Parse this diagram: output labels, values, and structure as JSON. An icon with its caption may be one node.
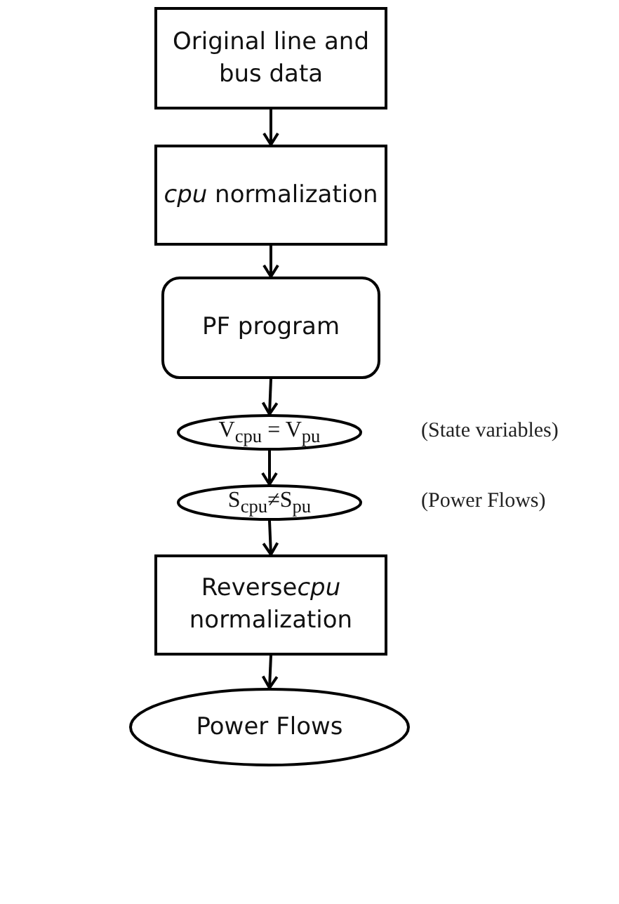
{
  "diagram": {
    "nodes": [
      {
        "text": [
          "Original line and bus data"
        ]
      },
      {
        "text": [
          "*cpu* normalization"
        ]
      },
      {
        "text": [
          "PF program"
        ]
      },
      {
        "text": [
          "V$_{cpu}$ = V$_{pu}$"
        ],
        "beside": [
          "(State variables)"
        ]
      },
      {
        "text": [
          "S$_{cpu}$≠S$_{pu}$"
        ],
        "beside": [
          "(Power Flows)"
        ]
      },
      {
        "text": [
          "Reverse",
          "*cpu* normalization"
        ]
      },
      {
        "text": [
          "Power Flows"
        ]
      }
    ],
    "edges": [
      {
        "from": 0,
        "to": 1,
        "arrow": "to"
      },
      {
        "from": 1,
        "to": 2,
        "arrow": "to"
      },
      {
        "from": 2,
        "to": 3,
        "arrow": "to"
      },
      {
        "from": 3,
        "to": 4,
        "arrow": "to"
      },
      {
        "from": 4,
        "to": 5,
        "arrow": "to"
      },
      {
        "from": 5,
        "to": 6,
        "arrow": "to"
      }
    ]
  }
}
